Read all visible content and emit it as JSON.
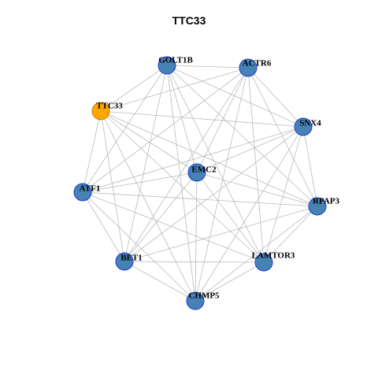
{
  "title": "TTC33",
  "colors": {
    "node_fill": "#4682B4",
    "node_stroke": "#1F3BD6",
    "highlight_fill": "#FFA500",
    "highlight_stroke": "#B8860B",
    "edge": "#BBBBBB"
  },
  "nodes": [
    {
      "id": "GOLT1B",
      "label": "GOLT1B"
    },
    {
      "id": "ACTR6",
      "label": "ACTR6"
    },
    {
      "id": "TTC33",
      "label": "TTC33",
      "highlight": true
    },
    {
      "id": "SNX4",
      "label": "SNX4"
    },
    {
      "id": "EMC2",
      "label": "EMC2"
    },
    {
      "id": "ATF1",
      "label": "ATF1"
    },
    {
      "id": "RPAP3",
      "label": "RPAP3"
    },
    {
      "id": "BET1",
      "label": "BET1"
    },
    {
      "id": "LAMTOR3",
      "label": "LAMTOR3"
    },
    {
      "id": "CHMP5",
      "label": "CHMP5"
    }
  ],
  "edges": [
    [
      "GOLT1B",
      "ACTR6"
    ],
    [
      "GOLT1B",
      "TTC33"
    ],
    [
      "GOLT1B",
      "SNX4"
    ],
    [
      "GOLT1B",
      "EMC2"
    ],
    [
      "GOLT1B",
      "ATF1"
    ],
    [
      "GOLT1B",
      "RPAP3"
    ],
    [
      "GOLT1B",
      "BET1"
    ],
    [
      "GOLT1B",
      "LAMTOR3"
    ],
    [
      "GOLT1B",
      "CHMP5"
    ],
    [
      "ACTR6",
      "TTC33"
    ],
    [
      "ACTR6",
      "SNX4"
    ],
    [
      "ACTR6",
      "EMC2"
    ],
    [
      "ACTR6",
      "ATF1"
    ],
    [
      "ACTR6",
      "RPAP3"
    ],
    [
      "ACTR6",
      "BET1"
    ],
    [
      "ACTR6",
      "LAMTOR3"
    ],
    [
      "ACTR6",
      "CHMP5"
    ],
    [
      "TTC33",
      "SNX4"
    ],
    [
      "TTC33",
      "EMC2"
    ],
    [
      "TTC33",
      "ATF1"
    ],
    [
      "TTC33",
      "RPAP3"
    ],
    [
      "TTC33",
      "BET1"
    ],
    [
      "TTC33",
      "LAMTOR3"
    ],
    [
      "TTC33",
      "CHMP5"
    ],
    [
      "SNX4",
      "EMC2"
    ],
    [
      "SNX4",
      "ATF1"
    ],
    [
      "SNX4",
      "RPAP3"
    ],
    [
      "SNX4",
      "BET1"
    ],
    [
      "SNX4",
      "LAMTOR3"
    ],
    [
      "SNX4",
      "CHMP5"
    ],
    [
      "EMC2",
      "ATF1"
    ],
    [
      "EMC2",
      "RPAP3"
    ],
    [
      "EMC2",
      "BET1"
    ],
    [
      "EMC2",
      "LAMTOR3"
    ],
    [
      "EMC2",
      "CHMP5"
    ],
    [
      "ATF1",
      "RPAP3"
    ],
    [
      "ATF1",
      "BET1"
    ],
    [
      "ATF1",
      "LAMTOR3"
    ],
    [
      "ATF1",
      "CHMP5"
    ],
    [
      "RPAP3",
      "BET1"
    ],
    [
      "RPAP3",
      "LAMTOR3"
    ],
    [
      "RPAP3",
      "CHMP5"
    ],
    [
      "BET1",
      "LAMTOR3"
    ],
    [
      "BET1",
      "CHMP5"
    ],
    [
      "LAMTOR3",
      "CHMP5"
    ]
  ]
}
